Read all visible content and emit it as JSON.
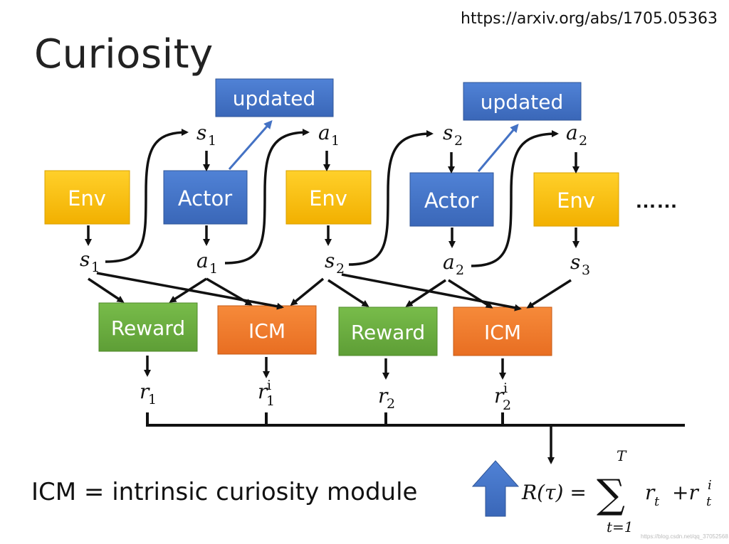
{
  "title": "Curiosity",
  "source_url": "https://arxiv.org/abs/1705.05363",
  "boxes": {
    "env": "Env",
    "actor": "Actor",
    "updated": "updated",
    "reward": "Reward",
    "icm": "ICM"
  },
  "symbols": {
    "state": "s",
    "action": "a",
    "reward": "r",
    "intrinsic_superscript": "i",
    "sub_1": "1",
    "sub_2": "2",
    "sub_3": "3"
  },
  "ellipsis": "……",
  "formula": {
    "lhs": "R(τ) =",
    "sum": "∑",
    "upper": "T",
    "lower": "t=1",
    "term1": "r",
    "term1_sub": "t",
    "plus": "+r",
    "term2_sup": "i",
    "term2_sub": "t"
  },
  "footnote": "ICM = intrinsic curiosity module",
  "watermark": "https://blog.csdn.net/qq_37052568",
  "colors": {
    "env": "#F5B800",
    "actor": "#4472C4",
    "reward": "#6AAE3F",
    "icm": "#F07B2B",
    "update_arrow": "#4472C4",
    "big_arrow": "#4472C4"
  }
}
